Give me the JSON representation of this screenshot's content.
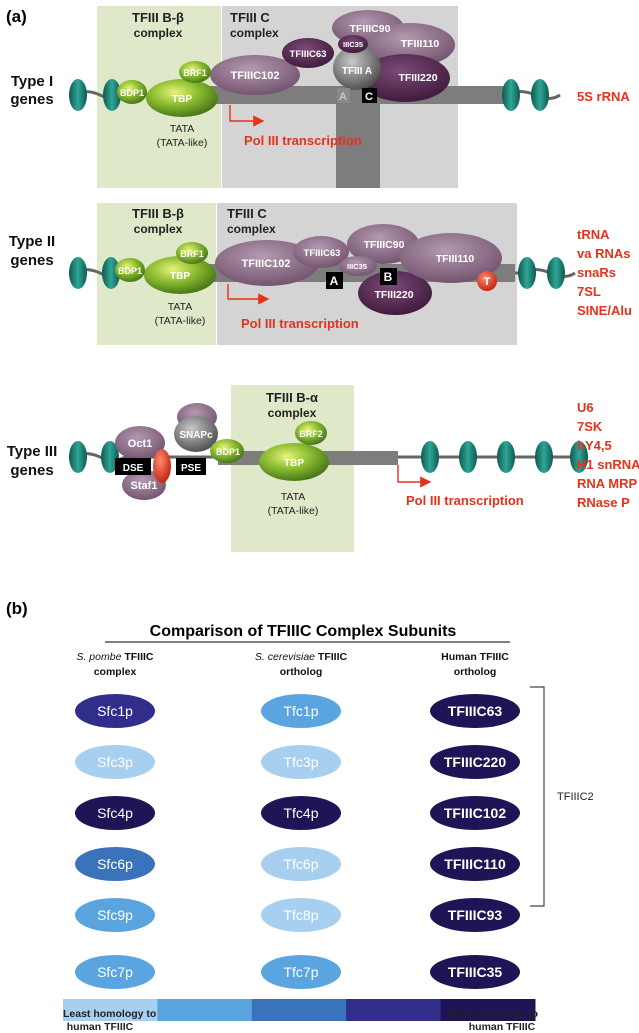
{
  "panel_a": {
    "label": "(a)",
    "type1": {
      "gene_label": [
        "Type I",
        "genes"
      ],
      "tfiiib_title": [
        "TFIII B-β",
        "complex"
      ],
      "tfiiic_title": [
        "TFIII C",
        "complex"
      ],
      "proteins": {
        "bdp1": "BDP1",
        "brf1": "BRF1",
        "tbp": "TBP",
        "tfiiic102": "TFIIIC102",
        "tfiiic63": "TFIIIC63",
        "iiic35": "IIIC35",
        "tfiiic90": "TFIIIC90",
        "tfiii110": "TFIII110",
        "tfiiia": "TFIII A",
        "tfiii220": "TFIII220"
      },
      "tata": [
        "TATA",
        "(TATA-like)"
      ],
      "box_a": "A",
      "box_c": "C",
      "transcription": "Pol III transcription",
      "rna_classes": [
        "5S rRNA"
      ]
    },
    "type2": {
      "gene_label": [
        "Type II",
        "genes"
      ],
      "tfiiib_title": [
        "TFIII B-β",
        "complex"
      ],
      "tfiiic_title": [
        "TFIII C",
        "complex"
      ],
      "proteins": {
        "bdp1": "BDP1",
        "brf1": "BRF1",
        "tbp": "TBP",
        "tfiiic102": "TFIIIC102",
        "tfiiic63": "TFIIIC63",
        "iiic35": "IIIC35",
        "tfiiic90": "TFIIIC90",
        "tfiii110": "TFIII110",
        "tfiii220": "TFIII220"
      },
      "tata": [
        "TATA",
        "(TATA-like)"
      ],
      "box_a": "A",
      "box_b": "B",
      "box_t": "T",
      "transcription": "Pol III transcription",
      "rna_classes": [
        "tRNA",
        "va RNAs",
        "snaRs",
        "7SL",
        "SINE/Alu"
      ]
    },
    "type3": {
      "gene_label": [
        "Type III",
        "genes"
      ],
      "tfiiib_title": [
        "TFIII B-α",
        "complex"
      ],
      "proteins": {
        "oct1": "Oct1",
        "staf1": "Staf1",
        "snapc": "SNAPc",
        "bdp1": "BDP1",
        "brf2": "BRF2",
        "tbp": "TBP"
      },
      "dse": "DSE",
      "pse": "PSE",
      "tata": [
        "TATA",
        "(TATA-like)"
      ],
      "transcription": "Pol III transcription",
      "rna_classes": [
        "U6",
        "7SK",
        "hY4,5",
        "H1 snRNA",
        "RNA MRP",
        "RNase P"
      ]
    }
  },
  "panel_b": {
    "label": "(b)",
    "title": "Comparison of TFIIIC Complex Subunits",
    "col_headers": {
      "pombe": {
        "species": "S. pombe",
        "rest": " TFIIIC",
        "line2": "complex"
      },
      "cerevisiae": {
        "species": "S. cerevisiae",
        "rest": " TFIIIC",
        "line2": "ortholog"
      },
      "human": {
        "line1": "Human TFIIIC",
        "line2": "ortholog"
      }
    },
    "colors": {
      "c1": "#a6cff0",
      "c2": "#5aa5df",
      "c3": "#3a72bb",
      "c4": "#302e8a",
      "c5": "#1e1456"
    },
    "rows": [
      {
        "pombe": "Sfc1p",
        "pombe_c": "#302e8a",
        "cer": "Tfc1p",
        "cer_c": "#5aa5df",
        "human": "TFIIIC63",
        "human_c": "#1e1456"
      },
      {
        "pombe": "Sfc3p",
        "pombe_c": "#a6cff0",
        "cer": "Tfc3p",
        "cer_c": "#a6cff0",
        "human": "TFIIIC220",
        "human_c": "#1e1456"
      },
      {
        "pombe": "Sfc4p",
        "pombe_c": "#1e1456",
        "cer": "Tfc4p",
        "cer_c": "#1e1456",
        "human": "TFIIIC102",
        "human_c": "#1e1456"
      },
      {
        "pombe": "Sfc6p",
        "pombe_c": "#3a72bb",
        "cer": "Tfc6p",
        "cer_c": "#a6cff0",
        "human": "TFIIIC110",
        "human_c": "#1e1456"
      },
      {
        "pombe": "Sfc9p",
        "pombe_c": "#5aa5df",
        "cer": "Tfc8p",
        "cer_c": "#a6cff0",
        "human": "TFIIIC93",
        "human_c": "#1e1456"
      },
      {
        "pombe": "Sfc7p",
        "pombe_c": "#5aa5df",
        "cer": "Tfc7p",
        "cer_c": "#5aa5df",
        "human": "TFIIIC35",
        "human_c": "#1e1456"
      }
    ],
    "bracket_label": "TFIIIC2",
    "legend": {
      "left": [
        "Least homology to",
        "human TFIIIC"
      ],
      "right": [
        "Most homology to",
        "human TFIIIC"
      ]
    }
  }
}
